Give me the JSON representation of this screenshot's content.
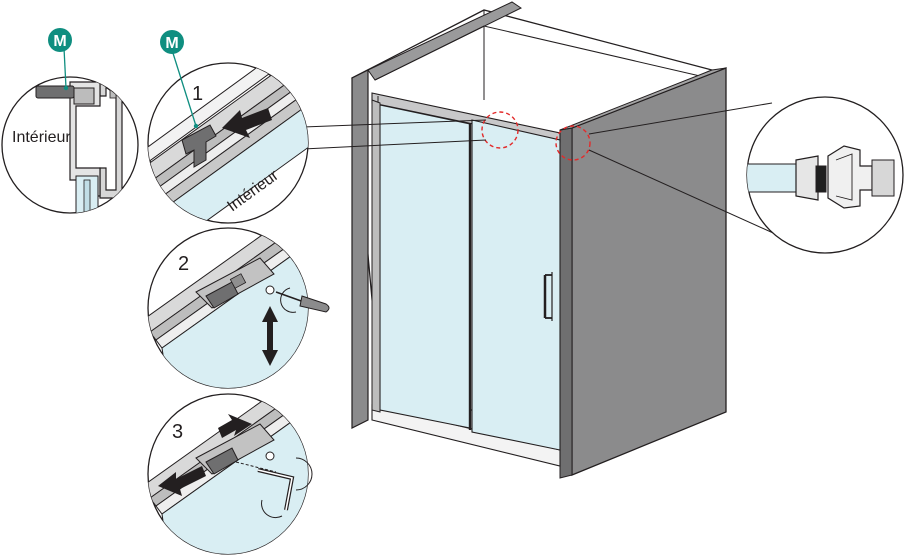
{
  "marker_letter": "M",
  "interior_label": "Intérieur",
  "steps": [
    "1",
    "2",
    "3"
  ],
  "colors": {
    "badge": "#0f8e80",
    "glass": "#d9eef3",
    "wall": "#8b8b8c",
    "callout": "#e32a2a",
    "line": "#231f20"
  }
}
